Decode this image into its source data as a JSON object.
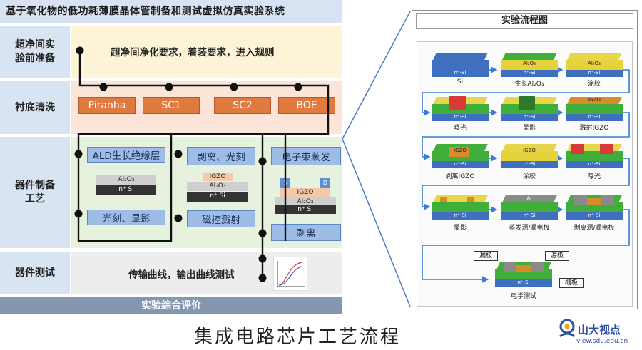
{
  "title": "基于氧化物的低功耗薄膜晶体管制备和测试虚拟仿真实验系统",
  "rows": {
    "pre": {
      "label_l1": "超净间实",
      "label_l2": "验前准备",
      "text": "超净间净化要求，着装要求，进入规则"
    },
    "clean": {
      "label": "衬底清洗",
      "items": [
        "Piranha",
        "SC1",
        "SC2",
        "BOE"
      ]
    },
    "fab": {
      "label_l1": "器件制备",
      "label_l2": "工艺",
      "ald": "ALD生长绝缘层",
      "litho": "光刻、显影",
      "strip_litho": "剥离、光刻",
      "sputter": "磁控溅射",
      "ebeam": "电子束蒸发",
      "liftoff": "剥离"
    },
    "test": {
      "label": "器件测试",
      "text": "传输曲线，输出曲线测试"
    },
    "eval": "实验综合评价"
  },
  "layers": {
    "si": "n⁺ Si",
    "al2o3": "Al₂O₃",
    "igzo": "IGZO",
    "s": "S",
    "d": "D"
  },
  "flow": {
    "title": "实验流程图",
    "steps": [
      "Si",
      "生长Al₂O₃",
      "涂胶",
      "曝光",
      "显影",
      "溅射IGZO",
      "剥离IGZO",
      "涂胶",
      "曝光",
      "显影",
      "蒸发源/漏电极",
      "剥离源/漏电极",
      "电学测试"
    ],
    "chip_labels": {
      "si": "n⁺-Si",
      "al2o3": "Al₂O₃",
      "igzo": "IGZO",
      "al": "Al"
    },
    "callouts": {
      "drain": "漏极",
      "source": "源极",
      "gate": "栅极"
    }
  },
  "caption": "集成电路芯片工艺流程",
  "logo": {
    "name": "山大视点",
    "url": "view.sdu.edu.cn"
  },
  "colors": {
    "line": "#111111",
    "chem": "#e07a3f",
    "blue_box": "#9dbde6",
    "arrow": "#3a7bd5"
  }
}
